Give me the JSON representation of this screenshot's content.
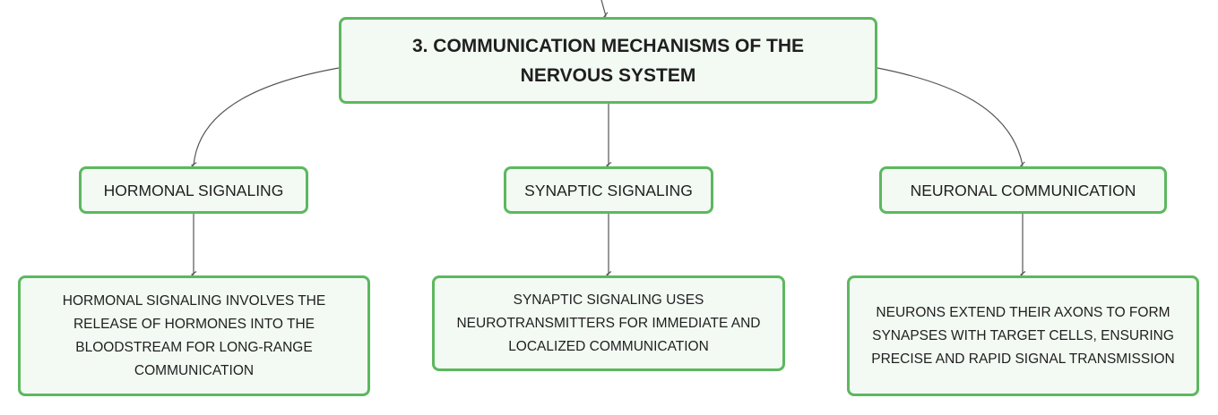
{
  "root": {
    "label": "3. COMMUNICATION MECHANISMS OF THE NERVOUS SYSTEM"
  },
  "branches": [
    {
      "label": "HORMONAL SIGNALING",
      "description": "HORMONAL SIGNALING INVOLVES THE RELEASE OF HORMONES INTO THE BLOODSTREAM FOR LONG-RANGE COMMUNICATION"
    },
    {
      "label": "SYNAPTIC SIGNALING",
      "description": "SYNAPTIC SIGNALING USES NEUROTRANSMITTERS FOR IMMEDIATE AND LOCALIZED COMMUNICATION"
    },
    {
      "label": "NEURONAL COMMUNICATION",
      "description": "NEURONS EXTEND THEIR AXONS TO FORM SYNAPSES WITH TARGET CELLS, ENSURING PRECISE AND RAPID SIGNAL TRANSMISSION"
    }
  ],
  "colors": {
    "node_border": "#5cb85f",
    "node_fill": "#f3faf3",
    "connector": "#555555",
    "text": "#1f1f1f"
  }
}
